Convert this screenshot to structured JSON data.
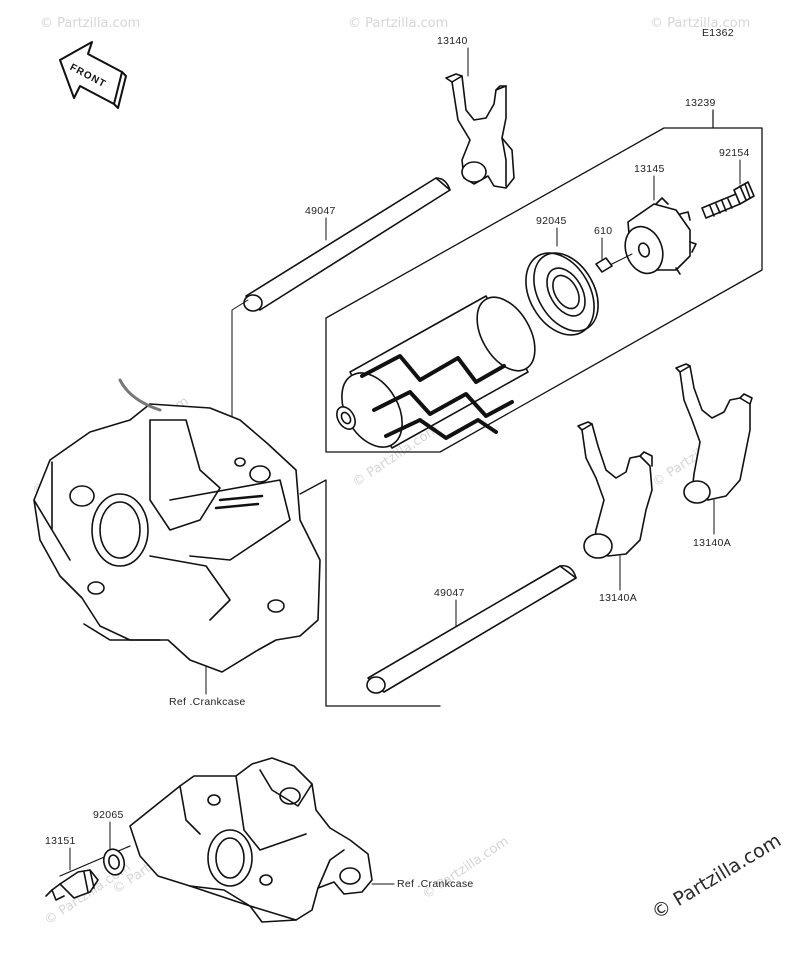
{
  "diagram_id": "E1362",
  "front_label": "FRONT",
  "watermark": "© Partzilla.com",
  "copyright": "© Partzilla.com",
  "parts": {
    "fork_top": "13140",
    "shaft_upper": "49047",
    "drum_group": "13239",
    "bolt": "92154",
    "holder": "13145",
    "bearing": "92045",
    "pin": "610",
    "fork_mid": "13140A",
    "fork_right": "13140A",
    "shaft_lower": "49047",
    "ref_crankcase_1": "Ref .Crankcase",
    "washer": "92065",
    "switch": "13151",
    "ref_crankcase_2": "Ref .Crankcase"
  },
  "colors": {
    "line": "#111111",
    "watermark": "#d6d6d6"
  }
}
